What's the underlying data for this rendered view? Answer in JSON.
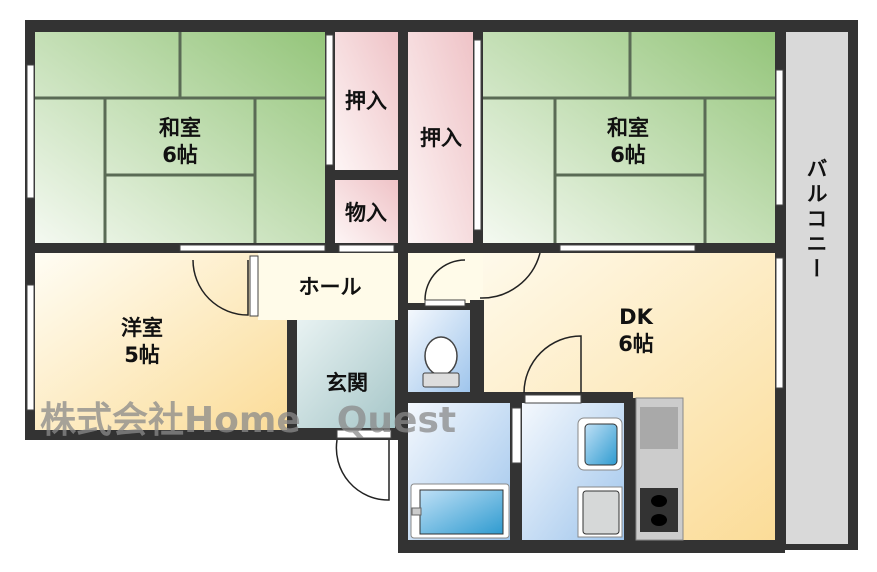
{
  "rooms": {
    "washitsu_left": {
      "name": "和室",
      "size": "6帖"
    },
    "oshiire_1": {
      "name": "押入"
    },
    "monoire": {
      "name": "物入"
    },
    "oshiire_2": {
      "name": "押入"
    },
    "washitsu_right": {
      "name": "和室",
      "size": "6帖"
    },
    "youshitsu": {
      "name": "洋室",
      "size": "5帖"
    },
    "hall": {
      "name": "ホール"
    },
    "genkan": {
      "name": "玄関"
    },
    "dk": {
      "name": "DK",
      "size": "6帖"
    },
    "balcony": {
      "name": "バルコニー"
    }
  },
  "watermark": "株式会社Home　Quest",
  "colors": {
    "tatami": "#9cc981",
    "oshiire": "#f1c9cc",
    "youshitsu": "#fbe2a8",
    "wet": "#a9cdee",
    "wall": "#333333",
    "balcony": "#d9d9d9"
  }
}
